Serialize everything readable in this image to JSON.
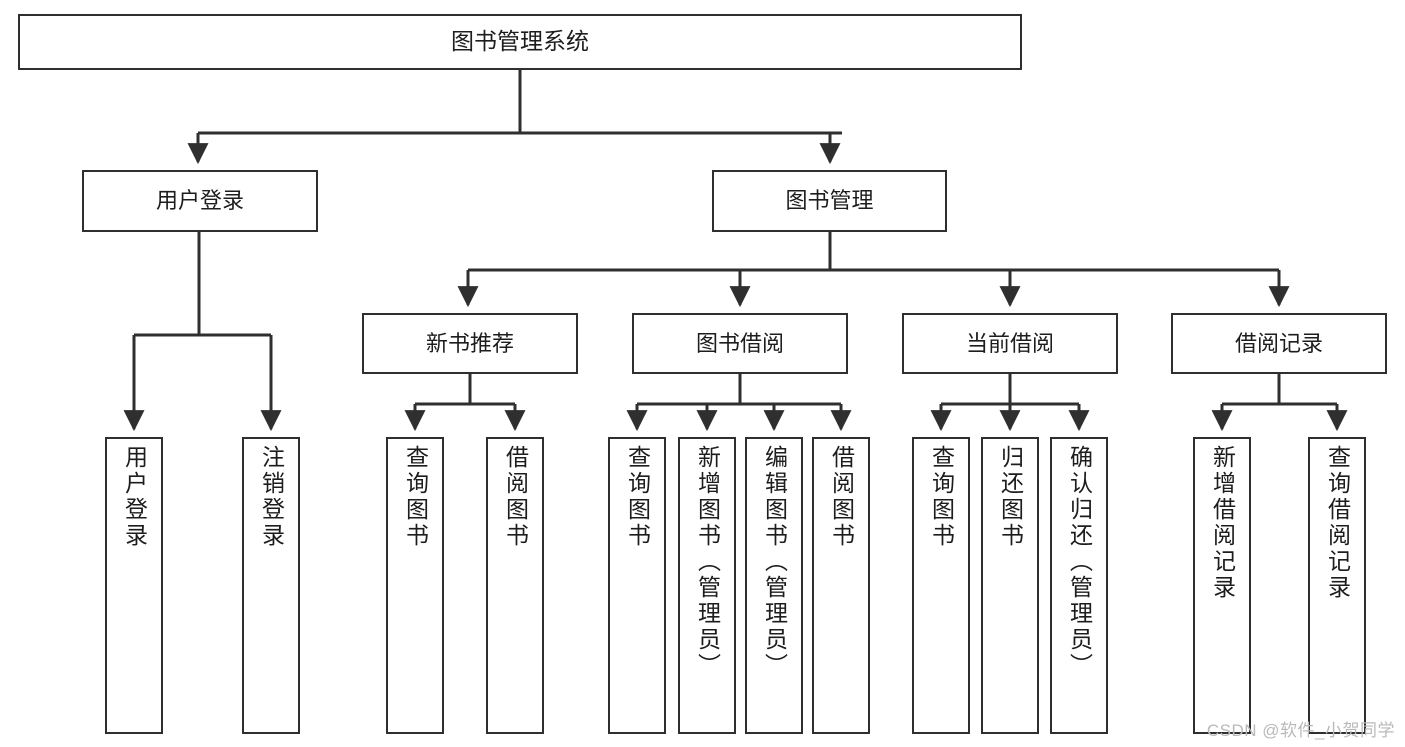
{
  "diagram": {
    "type": "tree-hierarchy-flowchart",
    "title": "图书管理系统",
    "levels": 4,
    "colors": {
      "box_border": "#2f2f2f",
      "box_fill": "#ffffff",
      "connector": "#2f2f2f",
      "text": "#1d1d1d",
      "watermark": "#b9b9b9",
      "background": "#ffffff"
    },
    "root": {
      "label": "图书管理系统"
    },
    "level2": [
      {
        "label": "用户登录"
      },
      {
        "label": "图书管理"
      }
    ],
    "level3": [
      {
        "label": "新书推荐"
      },
      {
        "label": "图书借阅"
      },
      {
        "label": "当前借阅"
      },
      {
        "label": "借阅记录"
      }
    ],
    "leaves": {
      "user_login": [
        {
          "label": "用户登录"
        },
        {
          "label": "注销登录"
        }
      ],
      "new_book_recommend": [
        {
          "label": "查询图书"
        },
        {
          "label": "借阅图书"
        }
      ],
      "book_borrow": [
        {
          "label": "查询图书"
        },
        {
          "label": "新增图书（管理员）"
        },
        {
          "label": "编辑图书（管理员）"
        },
        {
          "label": "借阅图书"
        }
      ],
      "current_borrow": [
        {
          "label": "查询图书"
        },
        {
          "label": "归还图书"
        },
        {
          "label": "确认归还（管理员）"
        }
      ],
      "borrow_records": [
        {
          "label": "新增借阅记录"
        },
        {
          "label": "查询借阅记录"
        }
      ]
    },
    "watermark": "CSDN @软件_小贺同学"
  }
}
